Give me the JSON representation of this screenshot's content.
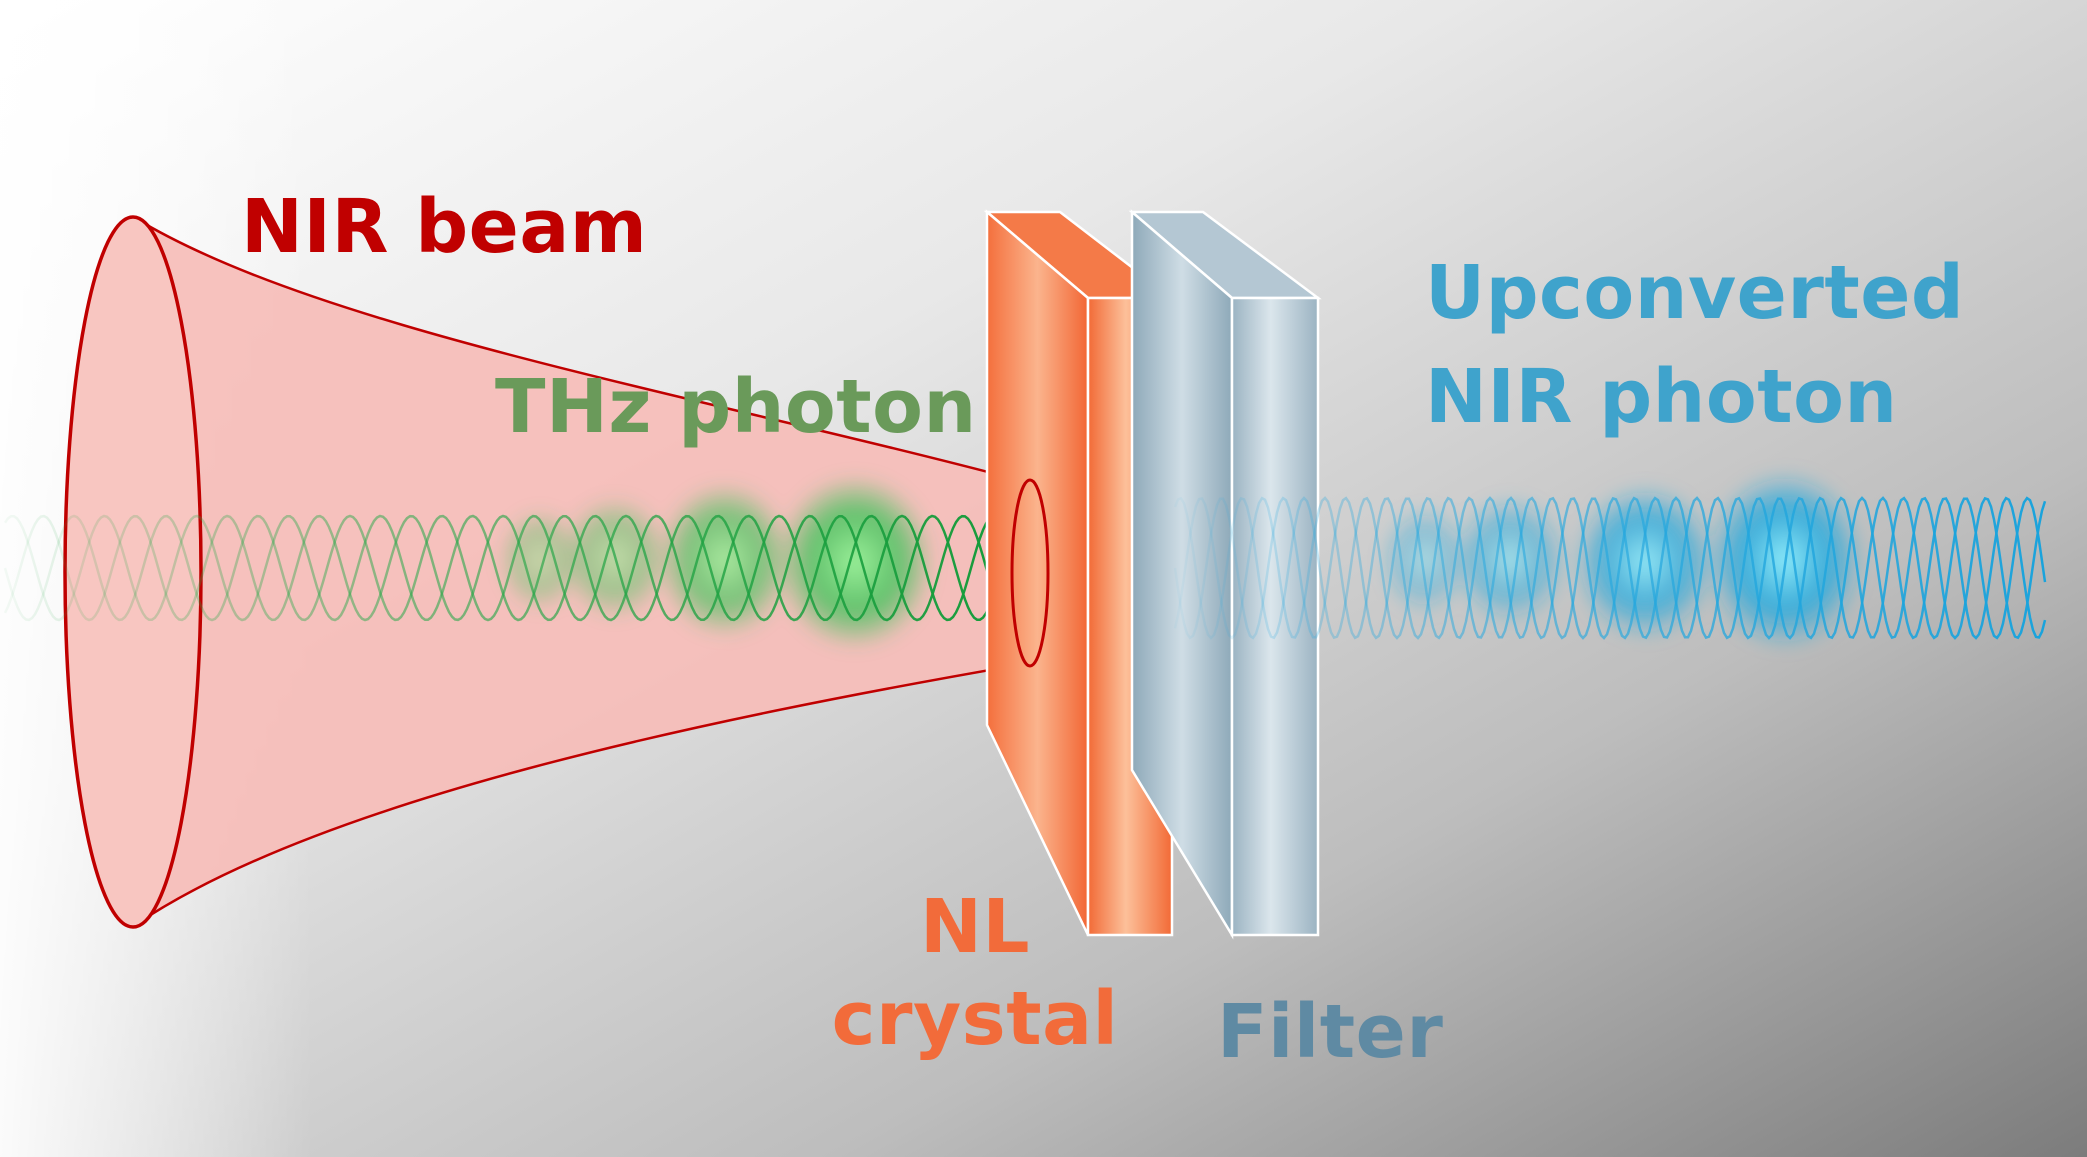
{
  "labels": {
    "nir_beam": "NIR beam",
    "thz_photon": "THz photon",
    "upconverted_line1": "Upconverted",
    "upconverted_line2": "NIR photon",
    "nl_line1": "NL",
    "nl_line2": "crystal",
    "filter": "Filter"
  },
  "colors": {
    "nir_beam": "#c00000",
    "thz_photon": "#6a9a5a",
    "upconverted": "#3fa3cc",
    "nl_crystal": "#f26b3a",
    "filter": "#5f8aa3",
    "beam_fill": "#f6bdb8",
    "thz_wave": "#2aa84a",
    "nir_wave": "#29a9df",
    "filter_plate": "#a8c0ce"
  }
}
